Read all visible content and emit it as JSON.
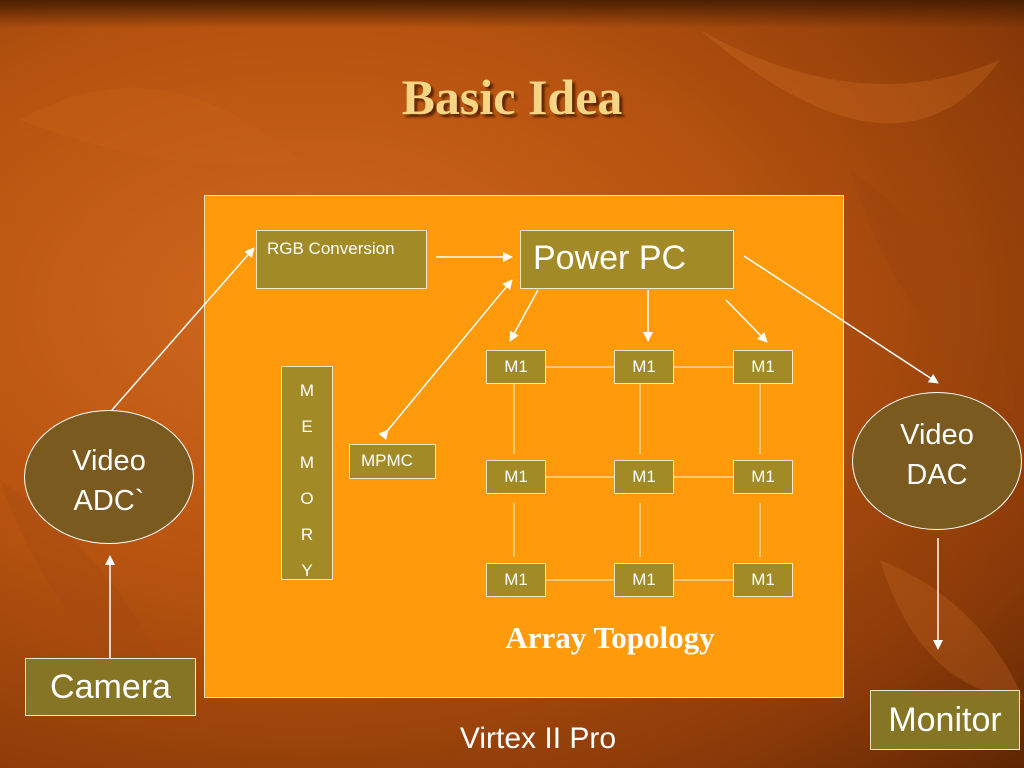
{
  "slide": {
    "title": "Basic Idea",
    "footer": "Virtex II Pro",
    "array_label": "Array Topology"
  },
  "blocks": {
    "rgb": "RGB Conversion",
    "power_pc": "Power PC",
    "mpmc": "MPMC",
    "memory_letters": [
      "M",
      "E",
      "M",
      "O",
      "R",
      "Y"
    ],
    "video_adc": [
      "Video",
      "ADC`"
    ],
    "video_dac": [
      "Video",
      "DAC"
    ],
    "camera": "Camera",
    "monitor": "Monitor"
  },
  "array": {
    "nodes": [
      [
        "M1",
        "M1",
        "M1"
      ],
      [
        "M1",
        "M1",
        "M1"
      ],
      [
        "M1",
        "M1",
        "M1"
      ]
    ]
  },
  "colors": {
    "board": "#ff9a0a",
    "block": "#a28a26",
    "title": "#f6d684"
  }
}
